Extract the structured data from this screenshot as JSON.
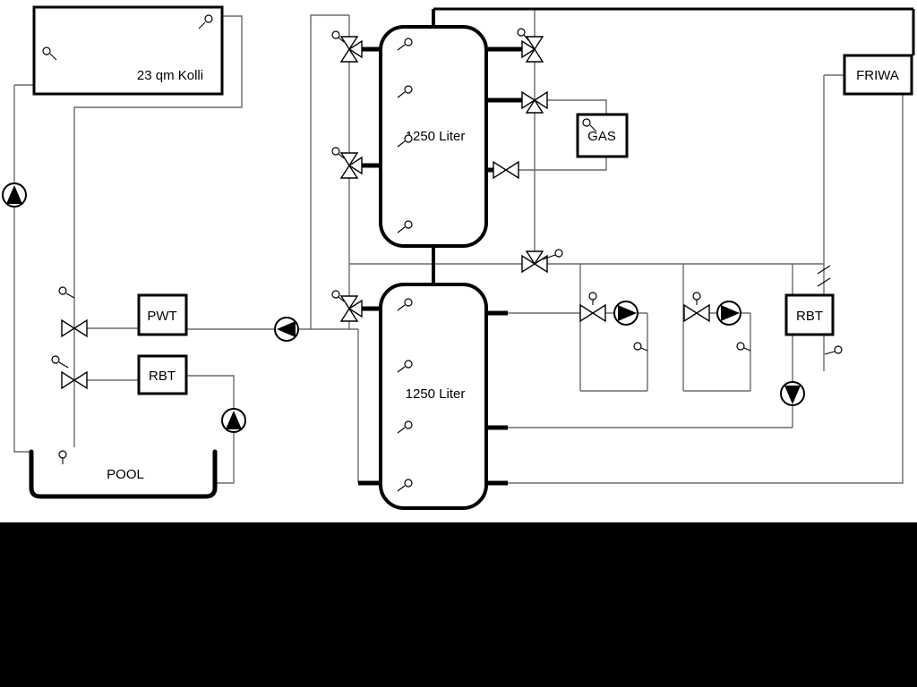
{
  "diagram": {
    "collector": {
      "label": "23 qm Kolli"
    },
    "tank_top": {
      "label": "1250 Liter"
    },
    "tank_bottom": {
      "label": "1250 Liter"
    },
    "gas": {
      "label": "GAS"
    },
    "friwa": {
      "label": "FRIWA"
    },
    "pwt": {
      "label": "PWT"
    },
    "rbt_left": {
      "label": "RBT"
    },
    "rbt_right": {
      "label": "RBT"
    },
    "pool": {
      "label": "POOL"
    }
  },
  "colors": {
    "line": "#6b6b6b",
    "component": "#000000",
    "background": "#ffffff",
    "footer_bar": "#000000"
  }
}
